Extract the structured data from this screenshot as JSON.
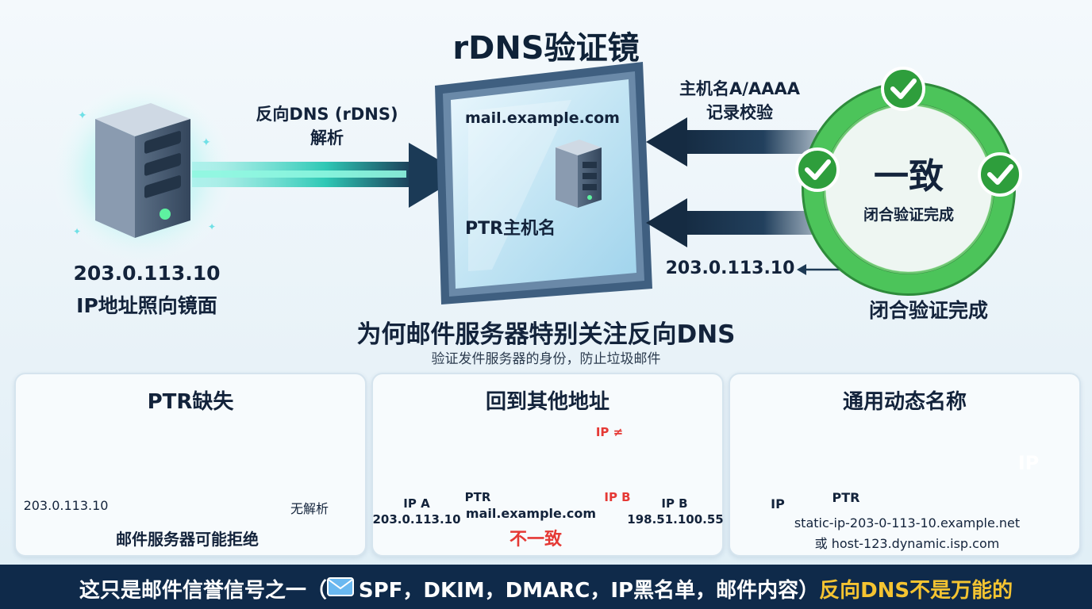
{
  "title": "rDNS验证镜",
  "left": {
    "arrow_label_line1": "反向DNS (rDNS)",
    "arrow_label_line2": "解析",
    "ip": "203.0.113.10",
    "caption": "IP地址照向镜面"
  },
  "mirror": {
    "hostname": "mail.example.com",
    "ptr_label": "PTR主机名"
  },
  "right": {
    "check_label_line1": "主机名A/AAAA",
    "check_label_line2": "记录校验",
    "circle_big": "一致",
    "circle_small": "闭合验证完成",
    "return_ip": "203.0.113.10",
    "caption": "闭合验证完成"
  },
  "section": {
    "heading": "为何邮件服务器特别关注反向DNS",
    "subheading": "验证发件服务器的身份，防止垃圾邮件"
  },
  "panels": [
    {
      "title": "PTR缺失",
      "ip": "203.0.113.10",
      "no_resolve": "无解析",
      "warning": "邮件服务器可能拒绝"
    },
    {
      "title": "回到其他地址",
      "ip_neq": "IP ≠",
      "ip_b_arrow": "IP B",
      "ptr": "PTR",
      "hostname": "mail.example.com",
      "ip_a_label": "IP A",
      "ip_a": "203.0.113.10",
      "ip_b_label": "IP B",
      "ip_b": "198.51.100.55",
      "mismatch": "不一致"
    },
    {
      "title": "通用动态名称",
      "ip": "IP",
      "ptr": "PTR",
      "badge": "IP",
      "name1": "static-ip-203-0-113-10.example.net",
      "name2": "或 host-123.dynamic.isp.com"
    }
  ],
  "footer": {
    "text_a": "这只是邮件信誉信号之一（",
    "text_b": "SPF，DKIM，DMARC，IP黑名单，邮件内容）",
    "highlight": "反向DNS不是万能的"
  },
  "colors": {
    "navy": "#1d3a55",
    "green": "#3cb54a",
    "teal": "#2ec4b6",
    "red": "#e53935",
    "footer_bg": "#0f2a4a",
    "highlight": "#f5c431"
  }
}
